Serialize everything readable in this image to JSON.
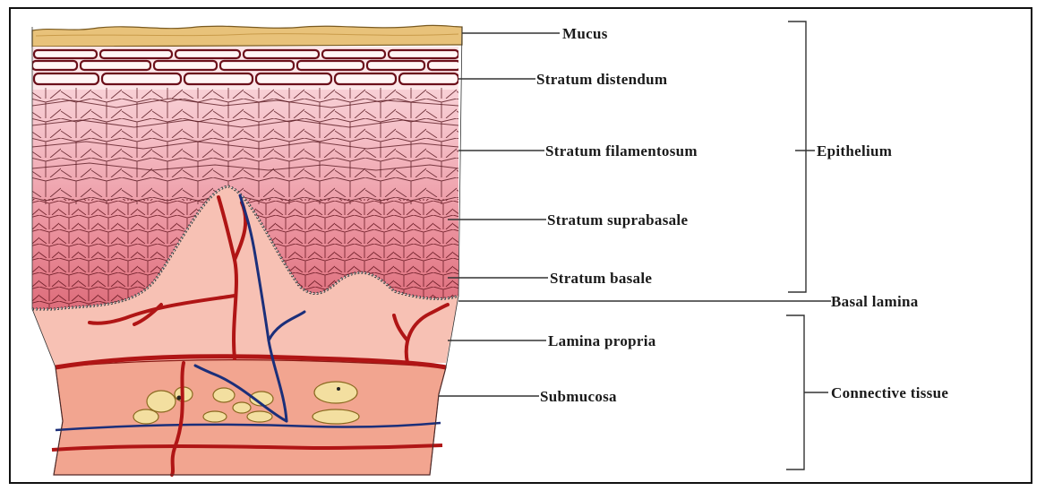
{
  "labels": {
    "mucus": "Mucus",
    "stratum_distendum": "Stratum distendum",
    "stratum_filamentosum": "Stratum filamentosum",
    "stratum_suprabasale": "Stratum suprabasale",
    "stratum_basale": "Stratum basale",
    "basal_lamina": "Basal lamina",
    "lamina_propria": "Lamina propria",
    "submucosa": "Submucosa",
    "epithelium": "Epithelium",
    "connective_tissue": "Connective tissue"
  },
  "colors": {
    "mucus": "#e8c27a",
    "distendum_cells": "#fbe3e6",
    "distendum_border": "#6b0f1a",
    "filamentosum": "#f2b6bf",
    "suprabasale": "#e88a97",
    "basale": "#d9606f",
    "lamina_propria": "#f7c1b4",
    "submucosa": "#f2a590",
    "artery": "#b01515",
    "vein": "#1b2f7a",
    "fat_cells": "#f3dfa0"
  }
}
